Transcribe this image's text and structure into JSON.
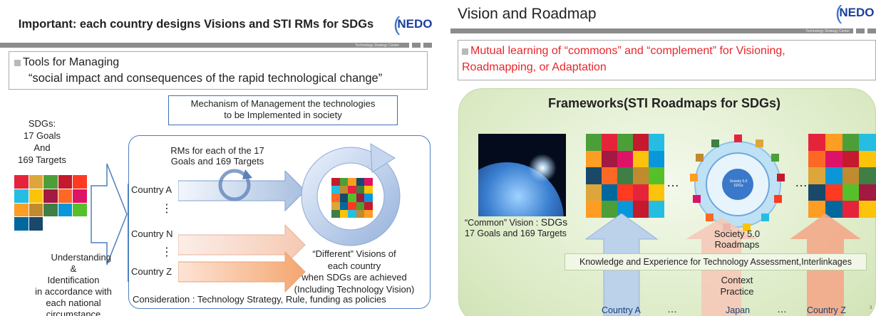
{
  "slide1": {
    "title": "Important: each country designs Visions and STI RMs for SDGs",
    "logo": "NEDO",
    "bar_caption": "Technology Strategy Center",
    "tools_heading": "Tools for Managing",
    "tools_quote": "“social impact and consequences of the rapid technological change”",
    "mechanism_line1": "Mechanism of Management the technologies",
    "mechanism_line2": "to be Implemented in society",
    "sdgs_lines": [
      "SDGs:",
      "17 Goals",
      "And",
      "169 Targets"
    ],
    "understanding_lines": [
      "Understanding",
      "&",
      "Identification",
      "in accordance with",
      "each national circumstance"
    ],
    "rms_line1": "RMs for each of the 17",
    "rms_line2": "Goals and 169 Targets",
    "countries": [
      "Country A",
      "Country N",
      "Country Z"
    ],
    "vdots": "⋮",
    "different_lines": [
      "“Different” Visions of",
      "each country",
      "when SDGs are achieved",
      "(Including Technology Vision)"
    ],
    "consideration": "Consideration : Technology Strategy, Rule, funding as policies"
  },
  "slide2": {
    "title": "Vision and Roadmap",
    "logo": "NEDO",
    "bar_caption": "Technology Strategy Center",
    "mutual_line1": "Mutual learning of “commons” and “complement” for Visioning,",
    "mutual_line2": "Roadmapping, or Adaptation",
    "frameworks": "Frameworks(STI Roadmaps for SDGs)",
    "common_prefix": "“Common” Vision : ",
    "common_sdgs": "SDGs",
    "common_line2": "17 Goals and 169 Targets",
    "ellipsis": "…",
    "society_line1": "Society 5.0",
    "society_line2": "Roadmaps",
    "knowledge": "Knowledge and Experience for Technology Assessment,Interlinkages",
    "context_line1": "Context",
    "context_line2": "Practice",
    "bottom_labels": [
      "Country A",
      "…",
      "Japan",
      "…",
      "Country Z"
    ],
    "wheel_center": "Society 5.0",
    "wheel_sub": "SDGs",
    "page_number": "3"
  },
  "colors": {
    "accent_red": "#e8262a",
    "nedo_blue": "#1a3f9c",
    "panel_green": "#dfeec9",
    "blue_arrow": "#bcd1ea",
    "pink_arrow": "#f5c9b8",
    "orange_arrow": "#f3a98a"
  }
}
